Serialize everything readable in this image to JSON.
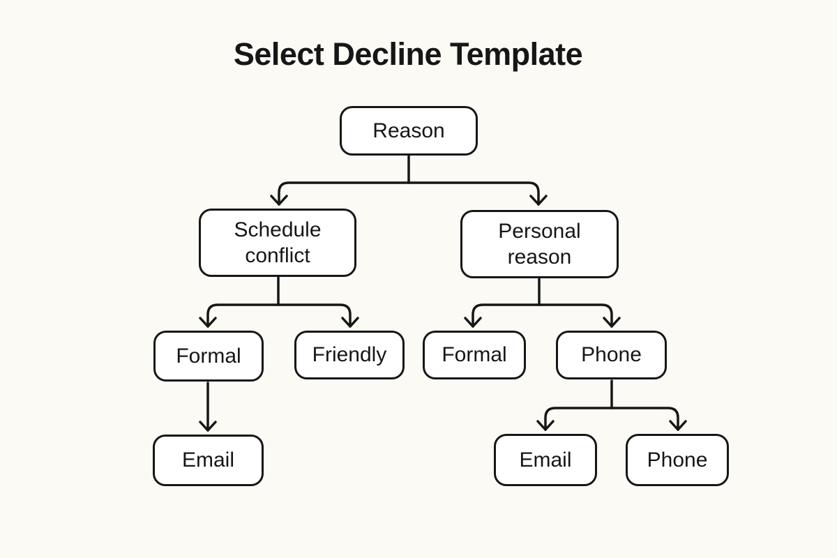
{
  "title": "Select Decline Template",
  "diagram": {
    "type": "flowchart-decision-tree",
    "colors": {
      "background": "#FBFAF4",
      "node_fill": "#FFFFFF",
      "stroke": "#161616",
      "text": "#161616"
    },
    "nodes": [
      {
        "id": "reason",
        "label": "Reason",
        "level": 1
      },
      {
        "id": "schedule-conflict",
        "label": "Schedule conflict",
        "level": 2
      },
      {
        "id": "personal-reason",
        "label": "Personal reason",
        "level": 2
      },
      {
        "id": "formal-left",
        "label": "Formal",
        "level": 3
      },
      {
        "id": "friendly",
        "label": "Friendly",
        "level": 3
      },
      {
        "id": "formal-right",
        "label": "Formal",
        "level": 3
      },
      {
        "id": "phone-mid",
        "label": "Phone",
        "level": 3
      },
      {
        "id": "email-left",
        "label": "Email",
        "level": 4
      },
      {
        "id": "email-right",
        "label": "Email",
        "level": 4
      },
      {
        "id": "phone-right",
        "label": "Phone",
        "level": 4
      }
    ],
    "edges": [
      {
        "from": "reason",
        "to": "schedule-conflict"
      },
      {
        "from": "reason",
        "to": "personal-reason"
      },
      {
        "from": "schedule-conflict",
        "to": "formal-left"
      },
      {
        "from": "schedule-conflict",
        "to": "friendly"
      },
      {
        "from": "personal-reason",
        "to": "formal-right"
      },
      {
        "from": "personal-reason",
        "to": "phone-mid"
      },
      {
        "from": "formal-left",
        "to": "email-left"
      },
      {
        "from": "phone-mid",
        "to": "email-right"
      },
      {
        "from": "phone-mid",
        "to": "phone-right"
      }
    ]
  }
}
